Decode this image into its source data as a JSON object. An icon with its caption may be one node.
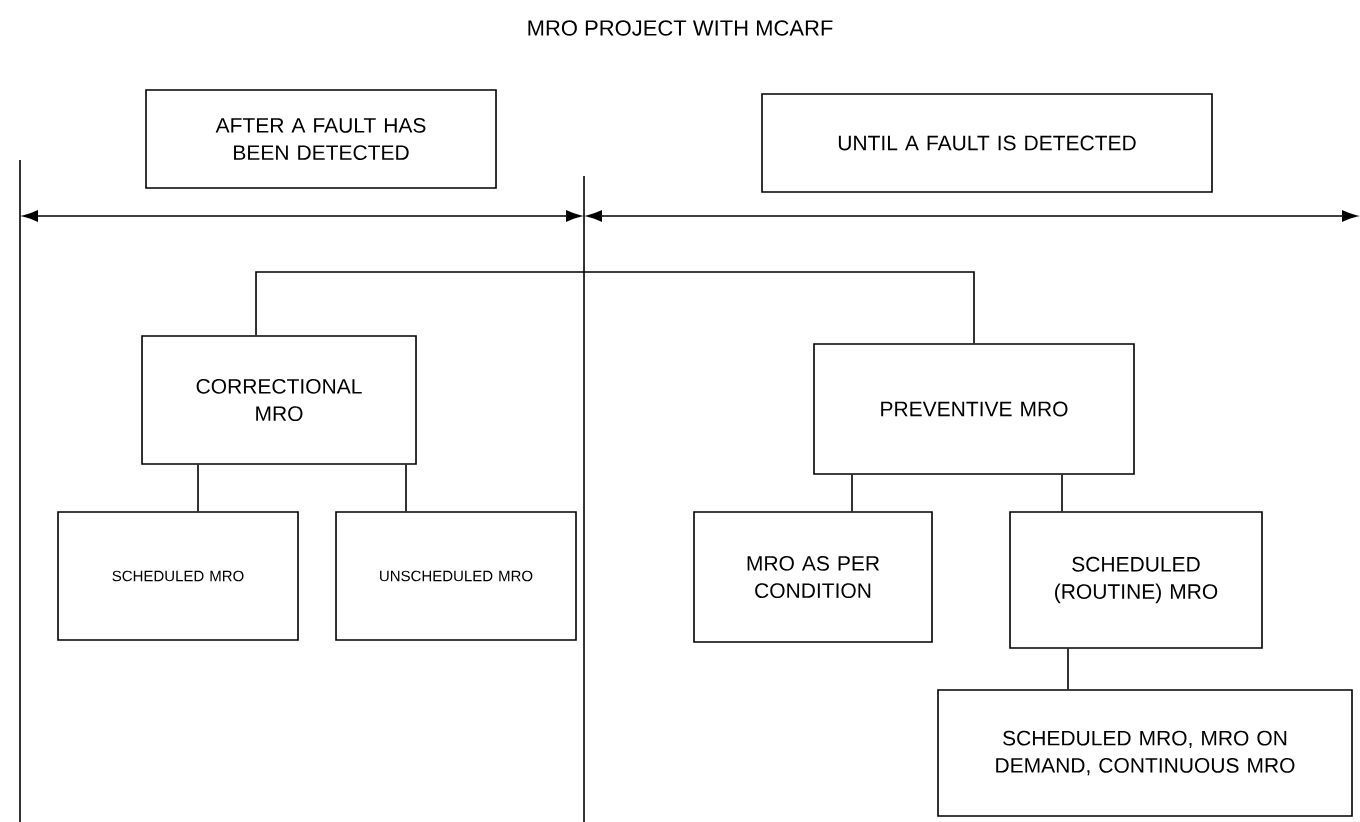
{
  "diagram": {
    "title": "MRO PROJECT WITH MCARF",
    "nodes": [
      {
        "text": [
          "AFTER A FAULT HAS BEEN DETECTED"
        ]
      },
      {
        "text": [
          "UNTIL A FAULT IS DETECTED"
        ]
      },
      {
        "text": [
          "CORRECTIONAL MRO"
        ]
      },
      {
        "text": [
          "PREVENTIVE MRO"
        ]
      },
      {
        "text": [
          "SCHEDULED MRO"
        ]
      },
      {
        "text": [
          "UNSCHEDULED MRO"
        ]
      },
      {
        "text": [
          "MRO AS PER CONDITION"
        ]
      },
      {
        "text": [
          "SCHEDULED (ROUTINE) MRO"
        ]
      },
      {
        "text": [
          "SCHEDULED MRO, MRO ON DEMAND, CONTINUOUS MRO"
        ]
      }
    ],
    "edges": [
      {
        "from": 2,
        "to": 3,
        "arrow": "none"
      },
      {
        "from": 2,
        "to": 4,
        "arrow": "none"
      },
      {
        "from": 2,
        "to": 5,
        "arrow": "none"
      },
      {
        "from": 3,
        "to": 6,
        "arrow": "none"
      },
      {
        "from": 3,
        "to": 7,
        "arrow": "none"
      },
      {
        "from": 7,
        "to": 8,
        "arrow": "none"
      }
    ]
  }
}
